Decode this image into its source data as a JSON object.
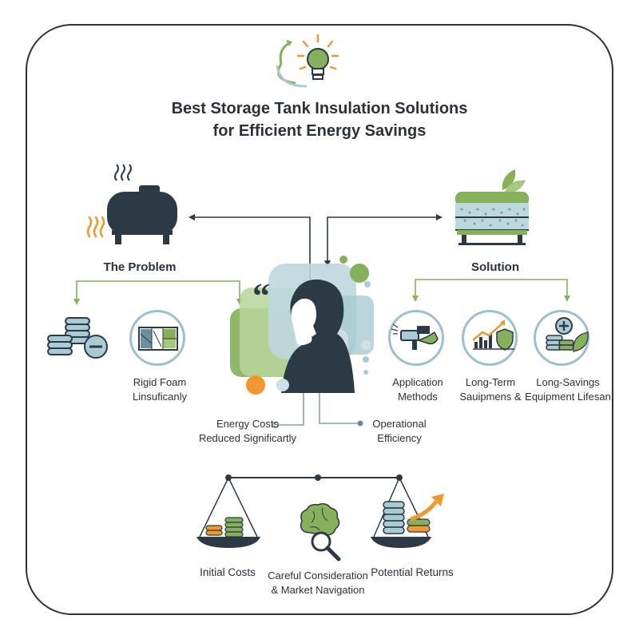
{
  "title": {
    "line1": "Best Storage Tank Insulation Solutions",
    "line2": "for Efficient Energy Savings"
  },
  "left": {
    "heading": "The Problem",
    "foam_label_line1": "Rigid Foam",
    "foam_label_line2": "Linsuficanly"
  },
  "right": {
    "heading": "Solution",
    "items": [
      {
        "line1": "Application",
        "line2": "Methods"
      },
      {
        "line1": "Long-Term",
        "line2": "Sauipmens &"
      },
      {
        "line1": "Long-Savings",
        "line2": "Equipment Lifesan"
      }
    ]
  },
  "center": {
    "energy_line1": "Energy Costs",
    "energy_line2": "Reduced Significartly",
    "ops_line1": "Operational",
    "ops_line2": "Efficiency"
  },
  "balance": {
    "initial": "Initial Costs",
    "careful_line1": "Careful Consideration",
    "careful_line2": "& Market Navigation",
    "returns": "Potential Returns"
  },
  "colors": {
    "dark": "#2c3a45",
    "green": "#86b05a",
    "teal": "#a9cbd3",
    "orange": "#f0972e",
    "frame": "#2c3338"
  }
}
